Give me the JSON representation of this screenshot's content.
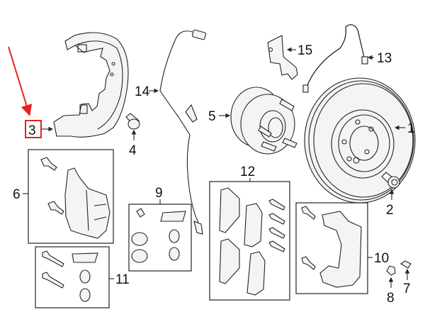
{
  "diagram": {
    "title": "Front Brake Components (exploded view)",
    "highlight_color": "#e52222",
    "highlighted_callout": "3",
    "callouts": {
      "c1": "1",
      "c2": "2",
      "c3": "3",
      "c4": "4",
      "c5": "5",
      "c6": "6",
      "c7": "7",
      "c8": "8",
      "c9": "9",
      "c10": "10",
      "c11": "11",
      "c12": "12",
      "c13": "13",
      "c14": "14",
      "c15": "15"
    },
    "parts": [
      {
        "callout": "1",
        "name": "brake-rotor"
      },
      {
        "callout": "2",
        "name": "rotor-retainer-screw"
      },
      {
        "callout": "3",
        "name": "splash-shield"
      },
      {
        "callout": "4",
        "name": "splash-shield-bolt"
      },
      {
        "callout": "5",
        "name": "hub-bearing-assembly"
      },
      {
        "callout": "6",
        "name": "caliper-assembly"
      },
      {
        "callout": "7",
        "name": "bleeder-screw"
      },
      {
        "callout": "8",
        "name": "bleeder-cap"
      },
      {
        "callout": "9",
        "name": "caliper-seal-kit"
      },
      {
        "callout": "10",
        "name": "caliper-support-bracket"
      },
      {
        "callout": "11",
        "name": "caliper-guide-pin-kit"
      },
      {
        "callout": "12",
        "name": "brake-pad-set"
      },
      {
        "callout": "13",
        "name": "brake-hose"
      },
      {
        "callout": "14",
        "name": "abs-wheel-speed-sensor"
      },
      {
        "callout": "15",
        "name": "hose-bracket"
      }
    ]
  }
}
